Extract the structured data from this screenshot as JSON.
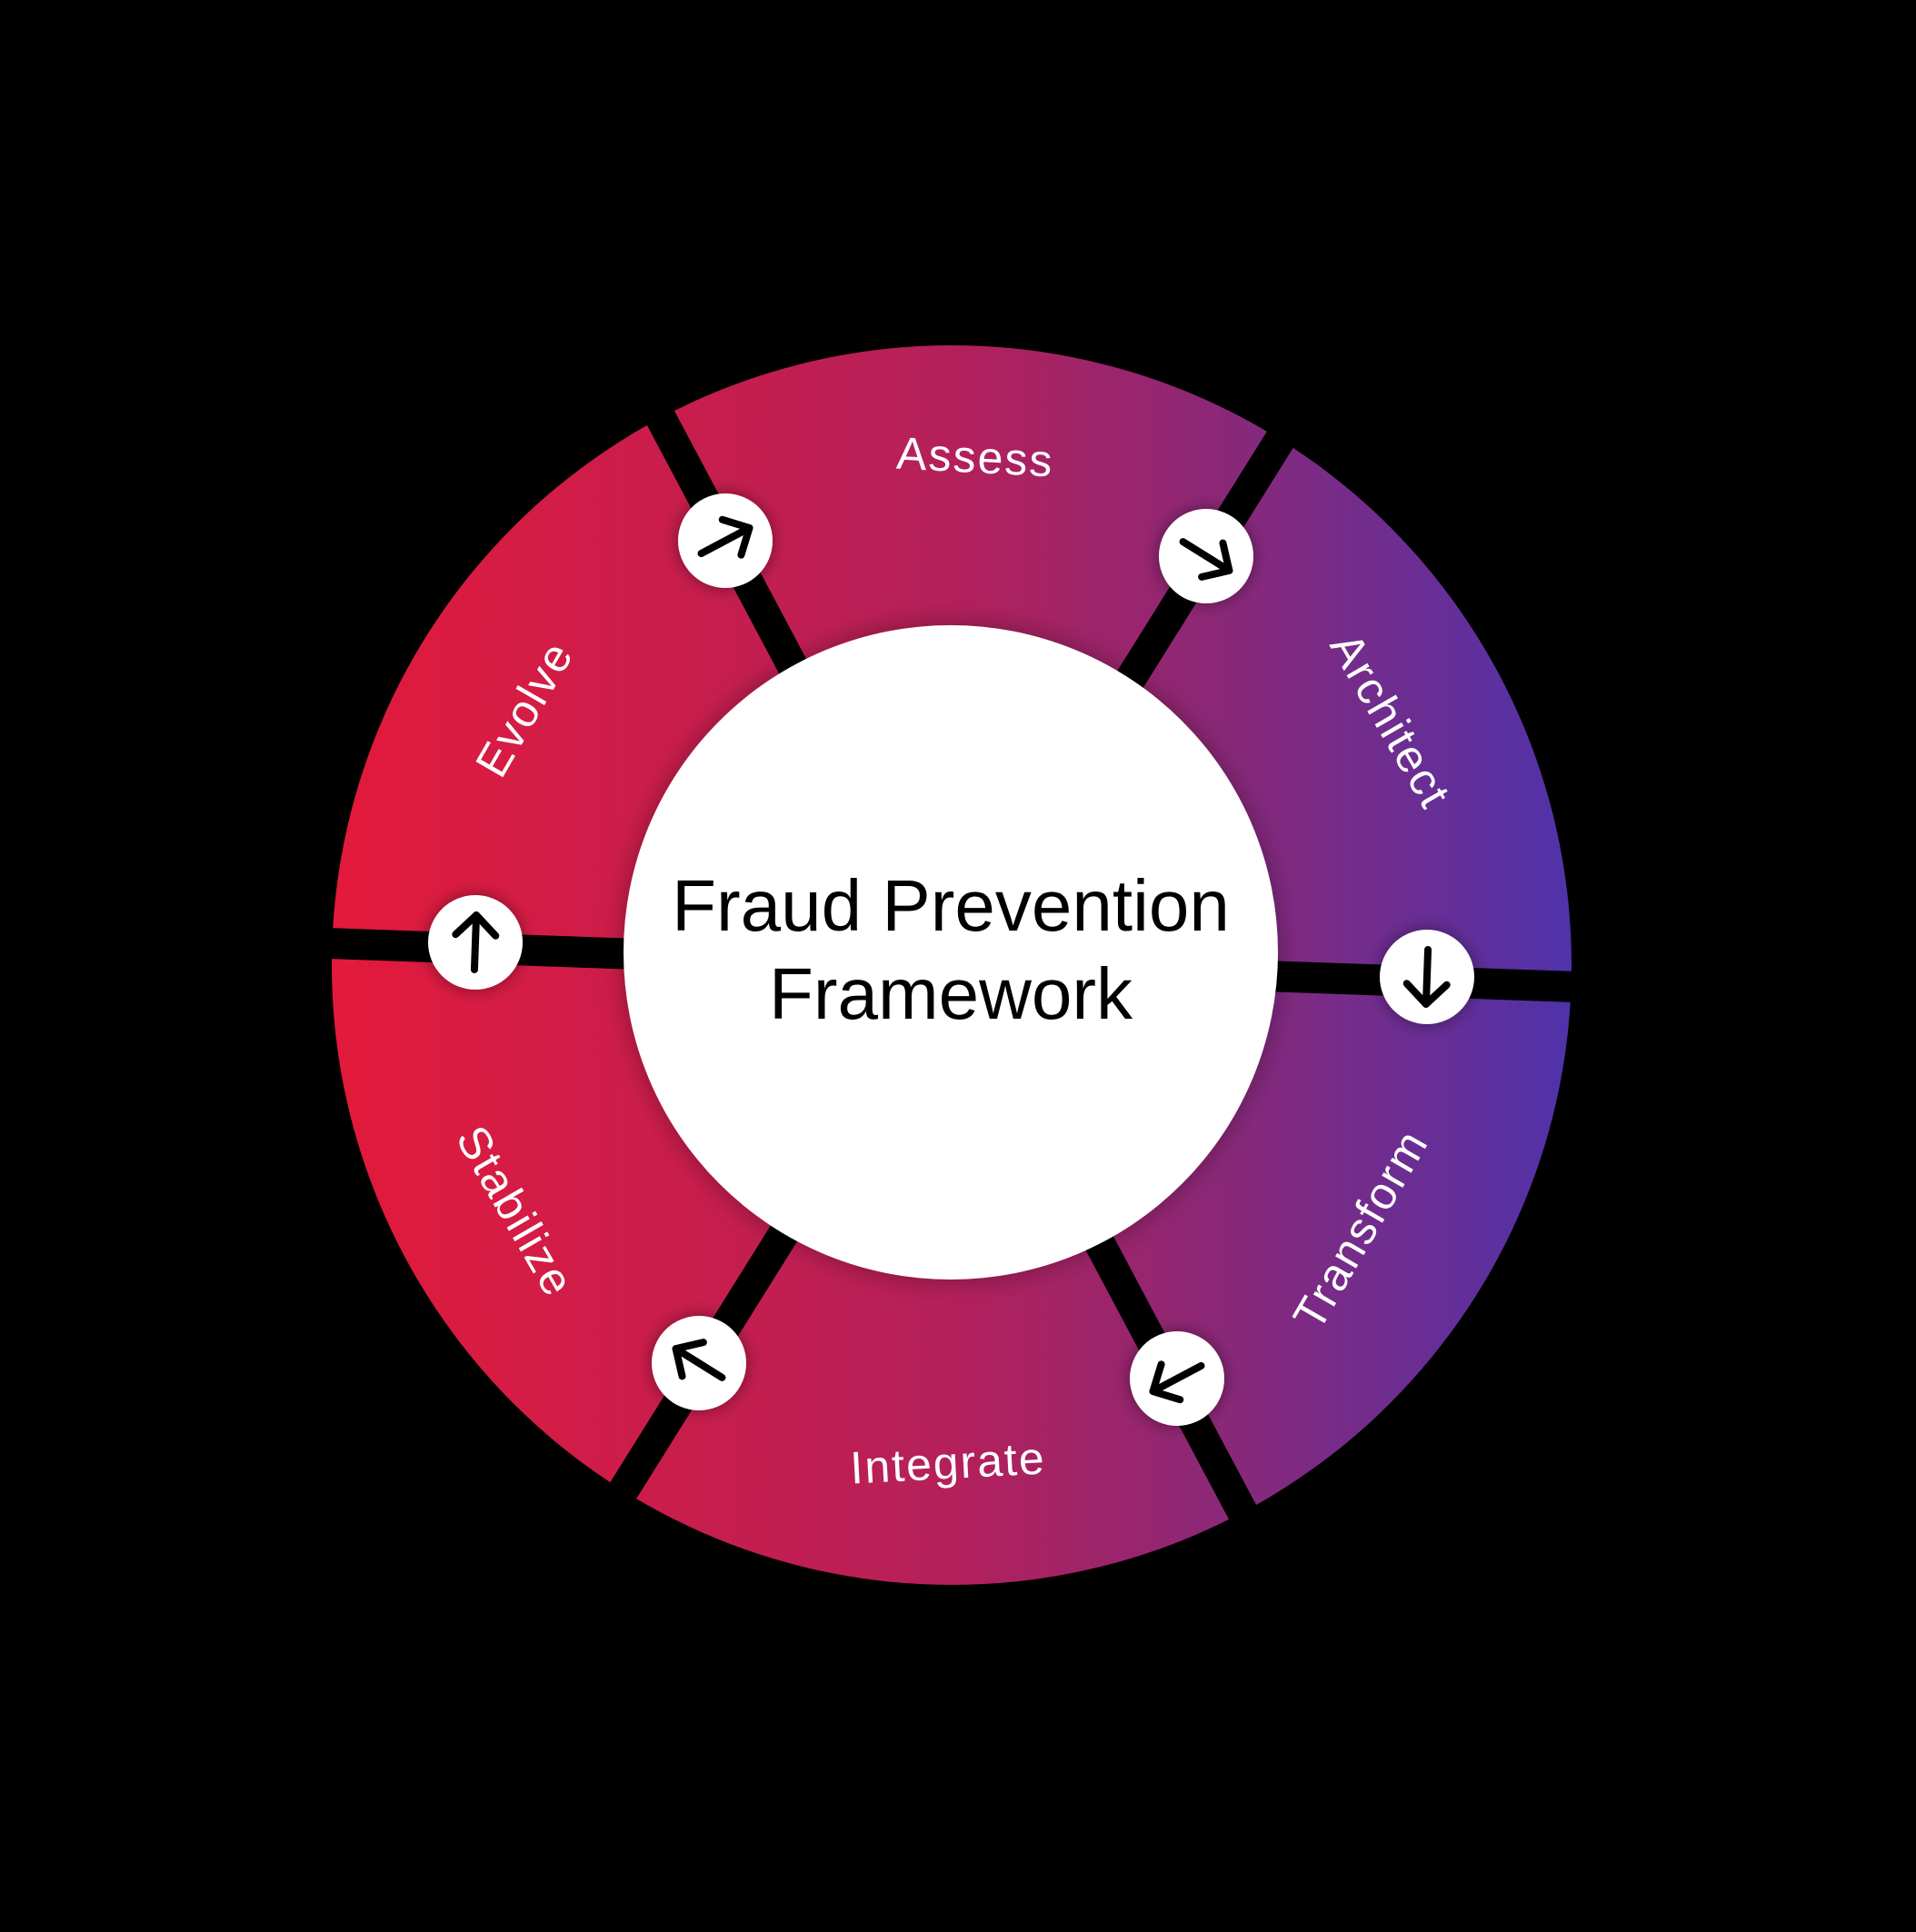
{
  "diagram": {
    "title_line1": "Fraud Prevention",
    "title_line2": "Framework",
    "segments": [
      {
        "label": "Assess"
      },
      {
        "label": "Architect"
      },
      {
        "label": "Transform"
      },
      {
        "label": "Integrate"
      },
      {
        "label": "Stabilize"
      },
      {
        "label": "Evolve"
      }
    ],
    "arrows": [
      {
        "icon": "arrow-up-right-icon",
        "between": "Evolve → Assess"
      },
      {
        "icon": "arrow-down-right-icon",
        "between": "Assess → Architect"
      },
      {
        "icon": "arrow-down-icon",
        "between": "Architect → Transform"
      },
      {
        "icon": "arrow-down-left-icon",
        "between": "Transform → Integrate"
      },
      {
        "icon": "arrow-up-left-icon",
        "between": "Integrate → Stabilize"
      },
      {
        "icon": "arrow-up-icon",
        "between": "Stabilize → Evolve"
      }
    ],
    "colors": {
      "background": "#000000",
      "gradient_left": "#E11A3C",
      "gradient_mid": "#B0215A",
      "gradient_right": "#5232A8",
      "center_fill": "#FFFFFF",
      "label_text": "#FFFFFF",
      "title_text": "#000000",
      "arrow_badge": "#FFFFFF",
      "arrow_stroke": "#000000"
    }
  }
}
